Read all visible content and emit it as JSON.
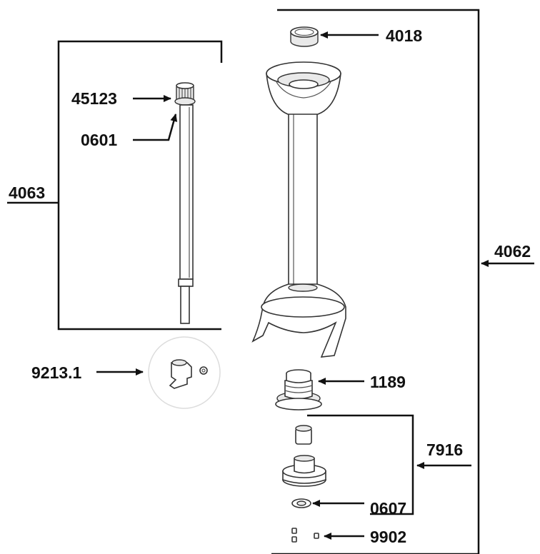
{
  "diagram": {
    "labels": {
      "p4018": "4018",
      "p45123": "45123",
      "p0601": "0601",
      "p4063": "4063",
      "p4062": "4062",
      "p9213": "9213.1",
      "p1189": "1189",
      "p7916": "7916",
      "p0607": "0607",
      "p9902": "9902"
    },
    "colors": {
      "line": "#111111",
      "part_outline": "#333333",
      "part_fill": "#e9e9e9"
    }
  }
}
